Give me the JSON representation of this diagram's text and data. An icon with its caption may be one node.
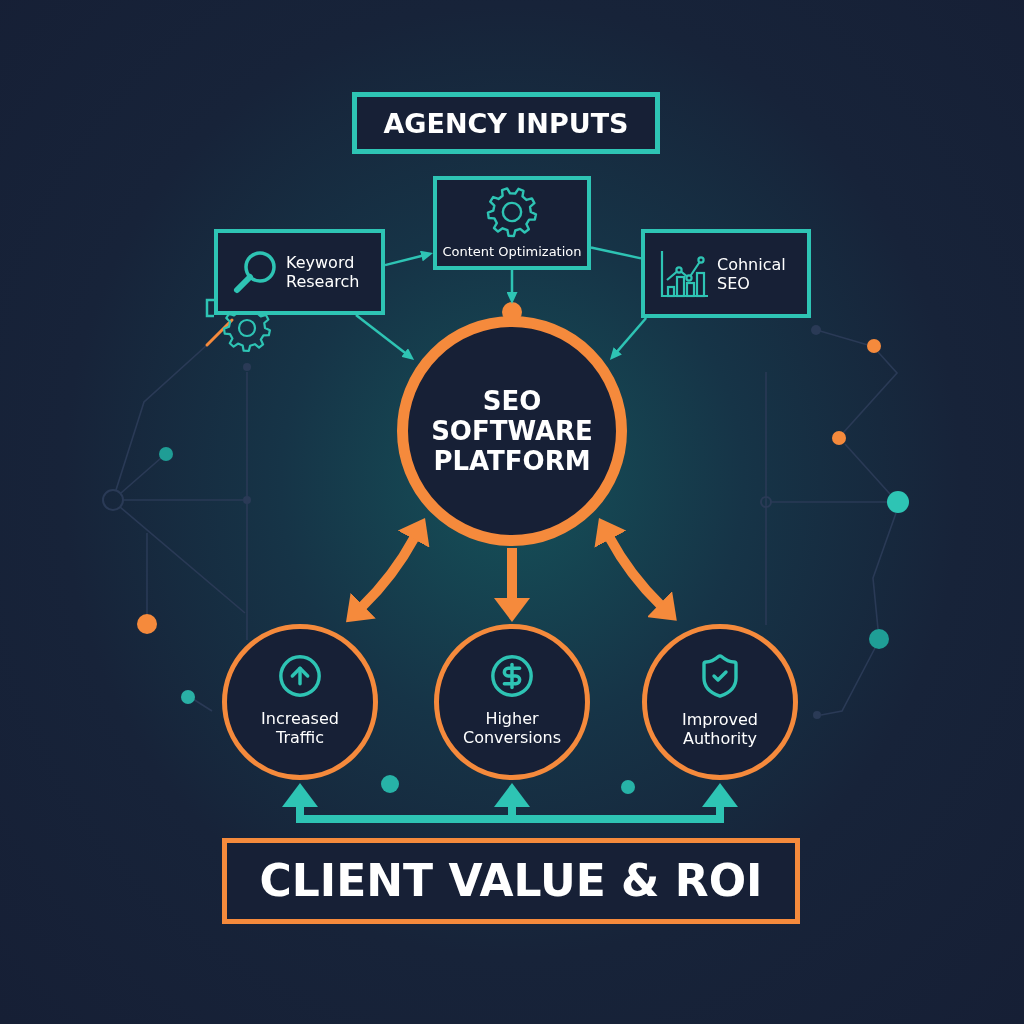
{
  "diagram": {
    "nodes": [
      {
        "text": [
          "AGENCY INPUTS"
        ]
      },
      {
        "text": [
          "Keyword Research"
        ]
      },
      {
        "text": [
          "Content Optimization"
        ]
      },
      {
        "text": [
          "Cohnical SEO"
        ]
      },
      {
        "text": [
          "SEO SOFTWARE PLATFORM"
        ]
      },
      {
        "text": [
          "Increased Traffic"
        ]
      },
      {
        "text": [
          "Higher Conversions"
        ]
      },
      {
        "text": [
          "Improved Authority"
        ]
      },
      {
        "text": [],
        "shape": "bar"
      },
      {
        "text": [
          "CLIENT VALUE & ROI"
        ]
      }
    ],
    "edges": [
      {
        "from": 1,
        "to": 2,
        "arrow": "to"
      },
      {
        "from": 2,
        "to": 3,
        "arrow": "none"
      },
      {
        "from": 2,
        "to": 4,
        "arrow": "to"
      },
      {
        "from": 1,
        "to": 4,
        "arrow": "to"
      },
      {
        "from": 3,
        "to": 4,
        "arrow": "to"
      },
      {
        "from": 4,
        "to": 5,
        "arrow": "both",
        "color": "#f58a3c"
      },
      {
        "from": 4,
        "to": 6,
        "arrow": "to",
        "color": "#f58a3c"
      },
      {
        "from": 4,
        "to": 7,
        "arrow": "both",
        "color": "#f58a3c"
      },
      {
        "from": 8,
        "to": 5,
        "arrow": "to"
      },
      {
        "from": 8,
        "to": 6,
        "arrow": "to"
      },
      {
        "from": 8,
        "to": 7,
        "arrow": "to"
      }
    ]
  }
}
